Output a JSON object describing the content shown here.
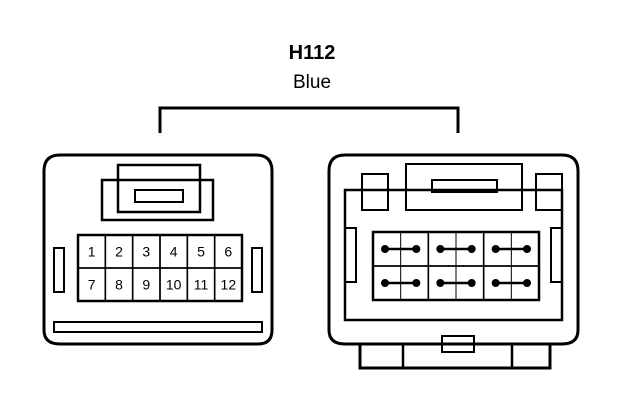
{
  "connector": {
    "code": "H112",
    "color": "Blue"
  },
  "terminal_side": {
    "pins": [
      "1",
      "2",
      "3",
      "4",
      "5",
      "6",
      "7",
      "8",
      "9",
      "10",
      "11",
      "12"
    ]
  },
  "header_side": {
    "pins": [
      "",
      "",
      "",
      "",
      "",
      "",
      "",
      "",
      "",
      "",
      "",
      ""
    ],
    "bridged_pairs": 6
  }
}
